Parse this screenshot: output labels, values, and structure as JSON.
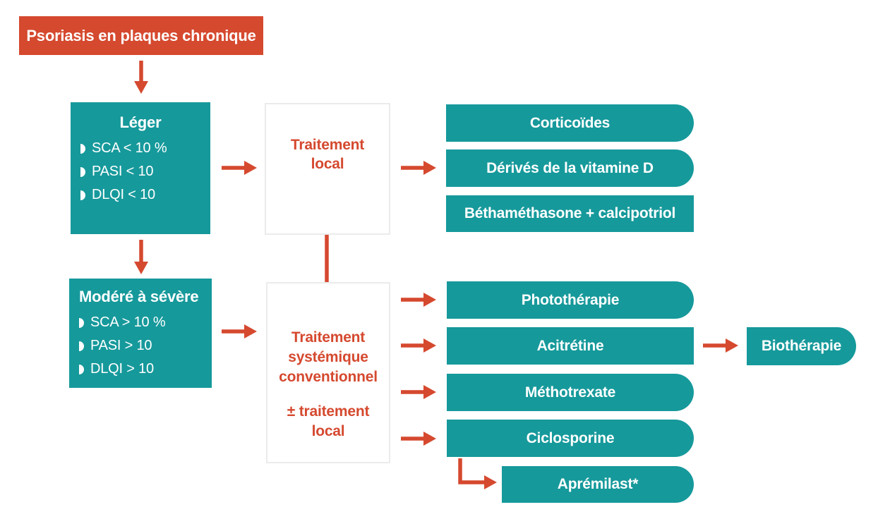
{
  "palette": {
    "teal": "#16999b",
    "red": "#d5492f",
    "box_border": "#ebebeb",
    "text_white": "#ffffff"
  },
  "root": {
    "label": "Psoriasis en plaques chronique"
  },
  "severity": {
    "mild": {
      "title": "Léger",
      "criteria": [
        "SCA < 10 %",
        "PASI < 10",
        "DLQI < 10"
      ]
    },
    "moderate_severe": {
      "title": "Modéré à sévère",
      "criteria": [
        "SCA > 10 %",
        "PASI > 10",
        "DLQI > 10"
      ]
    }
  },
  "treatments": {
    "local": {
      "label": "Traitement local"
    },
    "systemic": {
      "line1": "Traitement systémique conventionnel",
      "line2": "± traitement local"
    }
  },
  "local_options": [
    "Corticoïdes",
    "Dérivés de la vitamine D",
    "Béthaméthasone + calcipotriol"
  ],
  "systemic_options": [
    "Photothérapie",
    "Acitrétine",
    "Méthotrexate",
    "Ciclosporine",
    "Aprémilast*"
  ],
  "escalation": {
    "label": "Biothérapie"
  }
}
